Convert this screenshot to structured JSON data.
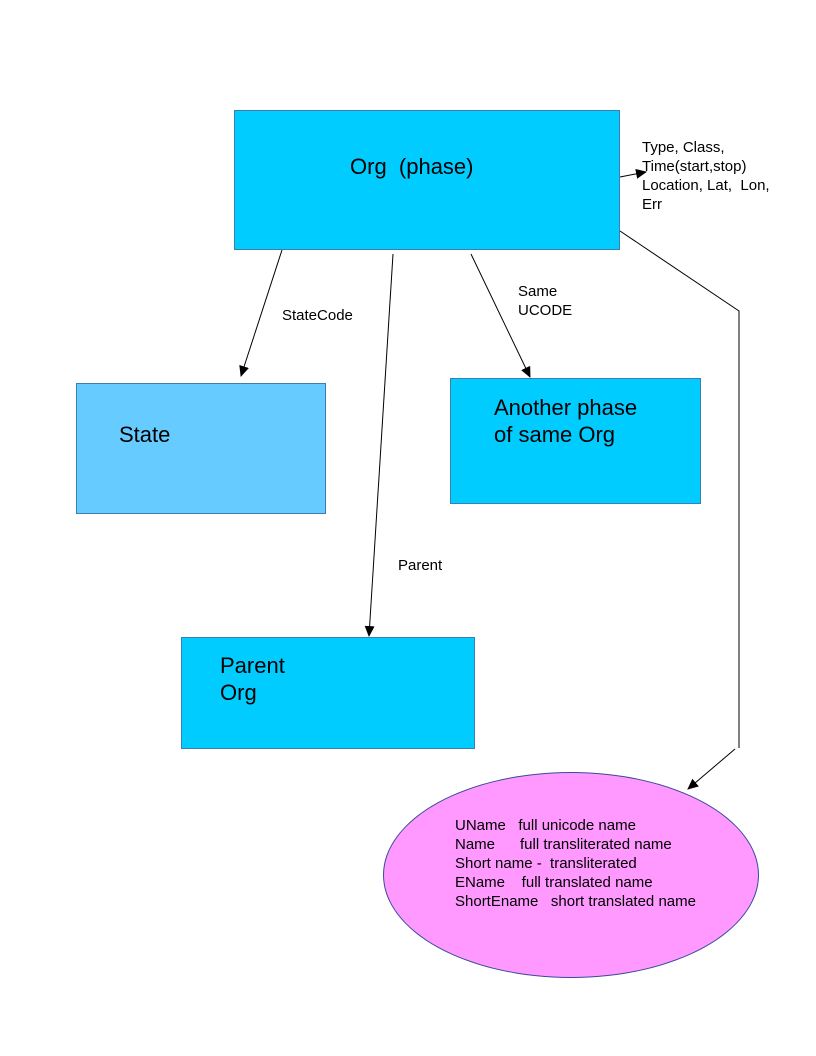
{
  "nodes": {
    "org_phase": {
      "label": "Org  (phase)",
      "color": "#00ccff"
    },
    "state": {
      "label": "State",
      "color": "#66ccff"
    },
    "another_phase": {
      "line1": "Another phase",
      "line2": "of same Org",
      "color": "#00ccff"
    },
    "parent_org": {
      "line1": "Parent",
      "line2": "Org",
      "color": "#00ccff"
    },
    "names": {
      "color": "#ff99ff",
      "lines": [
        "UName   full unicode name",
        "Name      full transliterated name",
        "Short name -  transliterated",
        "EName    full translated name",
        "ShortEname   short translated name"
      ]
    }
  },
  "edge_labels": {
    "attributes": [
      "Type, Class,",
      "Time(start,stop)",
      "Location, Lat,  Lon,",
      "Err"
    ],
    "statecode": "StateCode",
    "same_ucode": [
      "Same",
      "UCODE"
    ],
    "parent": "Parent"
  }
}
